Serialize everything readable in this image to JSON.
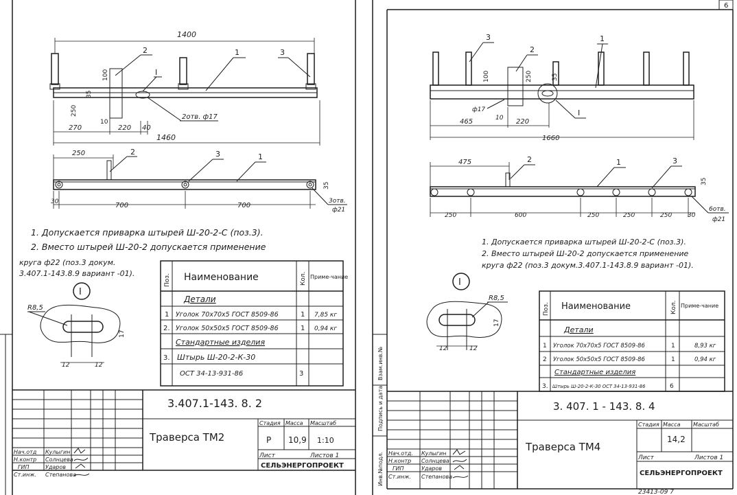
{
  "left": {
    "top_view": {
      "dims": {
        "overall": "1400",
        "total": "1460",
        "d270": "270",
        "d220": "220",
        "d40": "40",
        "d35": "35",
        "d100": "100",
        "d10": "10",
        "d250": "250"
      },
      "callouts": [
        "2",
        "1",
        "3"
      ],
      "section_mark": "I",
      "holes": "2отв. ф17"
    },
    "front_view": {
      "dims": {
        "d250": "250",
        "d30": "30",
        "d700a": "700",
        "d700b": "700",
        "d35": "35"
      },
      "callouts": [
        "2",
        "3",
        "1"
      ],
      "holes": "3отв.",
      "hole_dia": "ф21"
    },
    "notes": [
      "1. Допускается приварка штырей Ш-20-2-С (поз.3).",
      "2. Вместо штырей Ш-20-2 допускается применение",
      "круга ф22 (поз.3 докум.",
      "3.407.1-143.8.9 вариант -01)."
    ],
    "detail": {
      "mark": "I",
      "radius": "R8,5",
      "w1": "12",
      "w2": "12",
      "h": "17"
    },
    "spec": {
      "headers": {
        "pos": "Поз.",
        "name": "Наименование",
        "qty": "Кол.",
        "note": "Приме-чание"
      },
      "section1": "Детали",
      "rows1": [
        {
          "pos": "1",
          "name": "Уголок 70х70х5 ГОСТ 8509-86",
          "qty": "1",
          "note": "7,85 кг"
        },
        {
          "pos": "2.",
          "name": "Уголок 50х50х5 ГОСТ 8509-86",
          "qty": "1",
          "note": "0,94 кг"
        }
      ],
      "section2": "Стандартные изделия",
      "rows2": [
        {
          "pos": "3.",
          "name": "Штырь Ш-20-2-К-30",
          "qty": "",
          "note": ""
        },
        {
          "pos": "",
          "name": "ОСТ 34-13-931-86",
          "qty": "3",
          "note": ""
        }
      ]
    },
    "title_block": {
      "doc": "3.407.1-143. 8. 2",
      "name": "Траверса ТМ2",
      "stage_h": "Стадия",
      "mass_h": "Масса",
      "scale_h": "Масштаб",
      "stage": "Р",
      "mass": "10,9",
      "scale": "1:10",
      "sheet_h": "Лист",
      "sheets": "Листов 1",
      "org": "СЕЛЬЭНЕРГОПРОЕКТ",
      "people": [
        {
          "role": "Нач.отд",
          "name": "Кулыгин"
        },
        {
          "role": "Н.контр",
          "name": "Солнцева"
        },
        {
          "role": "ГИП",
          "name": "Ударов"
        },
        {
          "role": "Ст.инж.",
          "name": "Степанова"
        }
      ]
    }
  },
  "right": {
    "corner": "6",
    "top_view": {
      "dims": {
        "d100": "100",
        "d250": "250",
        "d35": "35",
        "d465": "465",
        "d10": "10",
        "d220": "220",
        "total": "1660"
      },
      "callouts": [
        "3",
        "2",
        "1"
      ],
      "holes": "ф17",
      "section_mark": "I"
    },
    "front_view": {
      "dims": {
        "d475": "475",
        "d250a": "250",
        "d600": "600",
        "d250b": "250",
        "d250c": "250",
        "d250d": "250",
        "d30": "30",
        "d35": "35"
      },
      "callouts": [
        "2",
        "1",
        "3"
      ],
      "holes": "6отв.",
      "hole_dia": "ф21"
    },
    "notes": [
      "1. Допускается приварка штырей Ш-20-2-С (поз.3).",
      "2. Вместо штырей Ш-20-2 допускается применение",
      "круга ф22 (поз.3 докум.3.407.1-143.8.9 вариант -01)."
    ],
    "detail": {
      "mark": "I",
      "radius": "R8,5",
      "w1": "12",
      "w2": "12",
      "h": "17"
    },
    "spec": {
      "headers": {
        "pos": "Поз.",
        "name": "Наименование",
        "qty": "Кол.",
        "note": "Приме-чание"
      },
      "section1": "Детали",
      "rows1": [
        {
          "pos": "1",
          "name": "Уголок 70х70х5 ГОСТ 8509-86",
          "qty": "1",
          "note": "8,93 кг"
        },
        {
          "pos": "2",
          "name": "Уголок 50х50х5 ГОСТ 8509-86",
          "qty": "1",
          "note": "0,94 кг"
        }
      ],
      "section2": "Стандартные изделия",
      "rows2": [
        {
          "pos": "3.",
          "name": "Штырь Ш-20-2-К-30 ОСТ 34-13-931-86",
          "qty": "6",
          "note": ""
        }
      ]
    },
    "side_labels": [
      "Взам.инв.№",
      "Подпись и дата",
      "Инв.№подл."
    ],
    "title_block": {
      "doc": "3. 407. 1 - 143. 8. 4",
      "name": "Траверса ТМ4",
      "stage_h": "Стадия",
      "mass_h": "Масса",
      "scale_h": "Масштаб",
      "mass": "14,2",
      "sheet_h": "Лист",
      "sheets": "Листов 1",
      "org": "СЕЛЬЭНЕРГОПРОЕКТ",
      "people": [
        {
          "role": "Нач.отд.",
          "name": "Кулыгин"
        },
        {
          "role": "Н.контр",
          "name": "Солнцева"
        },
        {
          "role": "ГИП",
          "name": "Ударов"
        },
        {
          "role": "Ст.инж.",
          "name": "Степанова"
        }
      ]
    },
    "footer": "23413-09   7"
  }
}
